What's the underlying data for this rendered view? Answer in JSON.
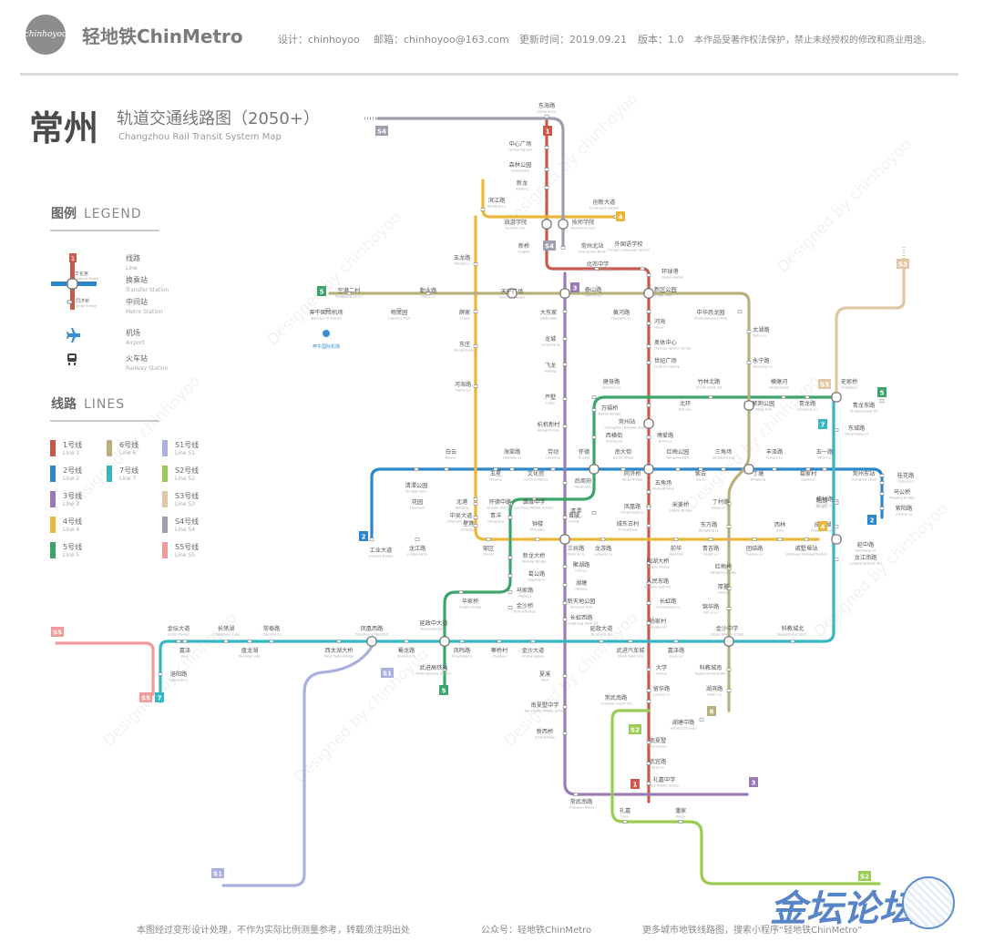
{
  "header": {
    "logo_text": "chinhoyoo",
    "brand": "轻地铁ChinMetro",
    "designer": "设计：chinhoyoo",
    "email": "邮箱：chinhoyoo@163.com",
    "updated": "更新时间：2019.09.21",
    "version": "版本：1.0",
    "copyright": "本作品受著作权法保护，禁止未经授权的修改和商业用途。"
  },
  "title": {
    "city": "常州",
    "subtitle": "轨道交通线路图（2050+）",
    "subtitle_en": "Changzhou Rail Transit System Map"
  },
  "legend": {
    "title": "图例",
    "title_en": "LEGEND",
    "items": [
      {
        "label": "线路",
        "en": "Line"
      },
      {
        "label": "换乘站",
        "en": "Transfer Station"
      },
      {
        "label": "中间站",
        "en": "Metro Station"
      },
      {
        "label": "机场",
        "en": "Airport"
      },
      {
        "label": "火车站",
        "en": "Railway Station"
      }
    ],
    "sample": {
      "line_no": "1",
      "transfer": "文化宫",
      "transfer_en": "Cultural Palace",
      "station": "同济桥",
      "station_en": "Tongji Bridge"
    }
  },
  "lines_section": {
    "title": "线路",
    "title_en": "LINES",
    "lines": [
      {
        "label": "1号线",
        "en": "Line 1",
        "color": "#c8594d"
      },
      {
        "label": "2号线",
        "en": "Line 2",
        "color": "#2e86c8"
      },
      {
        "label": "3号线",
        "en": "Line 3",
        "color": "#9b7bb6"
      },
      {
        "label": "4号线",
        "en": "Line 4",
        "color": "#e9b83a"
      },
      {
        "label": "5号线",
        "en": "Line 5",
        "color": "#3ca56a"
      },
      {
        "label": "6号线",
        "en": "Line 6",
        "color": "#b9b07d"
      },
      {
        "label": "7号线",
        "en": "Line 7",
        "color": "#35b7c4"
      },
      {
        "label": "S1号线",
        "en": "Line S1",
        "color": "#a9b0e0"
      },
      {
        "label": "S2号线",
        "en": "Line S2",
        "color": "#9bcb52"
      },
      {
        "label": "S3号线",
        "en": "Line S3",
        "color": "#e2c7a6"
      },
      {
        "label": "S4号线",
        "en": "Line S4",
        "color": "#9e9fae"
      },
      {
        "label": "S5号线",
        "en": "Line S5",
        "color": "#f09a9a"
      }
    ]
  },
  "badges": [
    "1",
    "2",
    "3",
    "4",
    "5",
    "6",
    "7",
    "S1",
    "S2",
    "S3",
    "S4",
    "S5"
  ],
  "stations": [
    {
      "name": "东海路",
      "en": "Donghai Lu"
    },
    {
      "name": "中心广场",
      "en": "Central Square"
    },
    {
      "name": "森林公园",
      "en": "Forest Park"
    },
    {
      "name": "新龙",
      "en": "Xinlong"
    },
    {
      "name": "滨江路",
      "en": "Binjiang Lu"
    },
    {
      "name": "旅游学院",
      "en": "Tourism Coll."
    },
    {
      "name": "新桥",
      "en": "Xinqiao"
    },
    {
      "name": "创新大道",
      "en": "Chuangxin Dadao"
    },
    {
      "name": "技师学院",
      "en": "Technician Coll."
    },
    {
      "name": "常州北站",
      "en": "Changzhou North"
    },
    {
      "name": "外国语学校",
      "en": "Foreign Language School"
    },
    {
      "name": "北郊中学",
      "en": "Beijiao High School"
    },
    {
      "name": "环球港",
      "en": "Global Harbor"
    },
    {
      "name": "新区公园",
      "en": "Xinqu Park"
    },
    {
      "name": "玉龙路",
      "en": "Yulong Lu"
    },
    {
      "name": "天宁广场",
      "en": "Tianning Square"
    },
    {
      "name": "泰山路",
      "en": "Taishan Lu"
    },
    {
      "name": "空港二村",
      "en": "Konggang Ercun"
    },
    {
      "name": "勤业路",
      "en": "Qinye Lu"
    },
    {
      "name": "奔牛国际机场",
      "en": "Benniu Intl Airport"
    },
    {
      "name": "物流园",
      "en": "Logistics Park"
    },
    {
      "name": "薛家",
      "en": "Xuejia"
    },
    {
      "name": "大东家",
      "en": "Dadongjia"
    },
    {
      "name": "黄河路",
      "en": "Huanghe Lu"
    },
    {
      "name": "河海",
      "en": "Hehai"
    },
    {
      "name": "中华恐龙园",
      "en": "China Dinosaur Park"
    },
    {
      "name": "龙城",
      "en": "Longcheng"
    },
    {
      "name": "奥体中心",
      "en": "Olympic Sports Center"
    },
    {
      "name": "东庄",
      "en": "Dongzhuang"
    },
    {
      "name": "太湖路",
      "en": "Taihu Lu"
    },
    {
      "name": "世纪广场",
      "en": "Century Square"
    },
    {
      "name": "飞龙",
      "en": "Feilong"
    },
    {
      "name": "永宁路",
      "en": "Yongning Lu"
    },
    {
      "name": "河海路",
      "en": "Hehai Lu"
    },
    {
      "name": "芦墅",
      "en": "Lushu"
    },
    {
      "name": "健身路",
      "en": "Jianshen Lu"
    },
    {
      "name": "竹林北路",
      "en": "Zhulin North Rd"
    },
    {
      "name": "横塘河",
      "en": "Hengtanghe"
    },
    {
      "name": "史家桥",
      "en": "Shijiaqiao"
    },
    {
      "name": "万福桥",
      "en": "Wanfu Bridge"
    },
    {
      "name": "北环",
      "en": "Beihuan"
    },
    {
      "name": "紫荆公园",
      "en": "Zijing Park"
    },
    {
      "name": "青龙路",
      "en": "Qinglong Lu"
    },
    {
      "name": "青龙东路",
      "en": "Qinglong East Rd"
    },
    {
      "name": "杭机新村",
      "en": "Hangji Xincun"
    },
    {
      "name": "常州站",
      "en": "Changzhou Railway Station"
    },
    {
      "name": "西横街",
      "en": "Xiheng Jie"
    },
    {
      "name": "博爱路",
      "en": "Bo'ai Lu"
    },
    {
      "name": "东城路",
      "en": "Dongcheng Lu"
    },
    {
      "name": "白云",
      "en": "Baiyun"
    },
    {
      "name": "海棠路",
      "en": "Haitang Lu"
    },
    {
      "name": "劳动",
      "en": "Laodong"
    },
    {
      "name": "怀德",
      "en": "Huaide"
    },
    {
      "name": "南大街",
      "en": "South Street"
    },
    {
      "name": "红梅公园",
      "en": "Hongmei Park"
    },
    {
      "name": "三角场",
      "en": "Sanjiaochang"
    },
    {
      "name": "丰泽路",
      "en": "Fengze Lu"
    },
    {
      "name": "五一路",
      "en": "Wuyi Lu"
    },
    {
      "name": "常州东站",
      "en": "Changzhou East"
    },
    {
      "name": "桂花路",
      "en": "Guihua Lu"
    },
    {
      "name": "清潭公园",
      "en": "Qingtan Park"
    },
    {
      "name": "五星",
      "en": "Wuxing"
    },
    {
      "name": "文化宫",
      "en": "Cultural Palace"
    },
    {
      "name": "同济桥",
      "en": "Tongji Bridge"
    },
    {
      "name": "五角场",
      "en": "Wujiaochang"
    },
    {
      "name": "紫云",
      "en": "Ziyun"
    },
    {
      "name": "丁塘",
      "en": "Dingtang"
    },
    {
      "name": "葛家村",
      "en": "Gejiacun"
    },
    {
      "name": "马公桥",
      "en": "Magong Bridge"
    },
    {
      "name": "后周府",
      "en": "Houzhoufu"
    },
    {
      "name": "紫阳路",
      "en": "Ziyang Lu"
    },
    {
      "name": "横林路",
      "en": "Henglin Lu"
    },
    {
      "name": "花园",
      "en": "Huayuan"
    },
    {
      "name": "怀德中路",
      "en": "Huaide Zhonglu"
    },
    {
      "name": "潞城中学",
      "en": "Lucheng Middle School"
    },
    {
      "name": "采菱桥",
      "en": "Cailing Bridge"
    },
    {
      "name": "丁村路",
      "en": "Dingcun Lu"
    },
    {
      "name": "阳湖",
      "en": "Yanghu"
    },
    {
      "name": "北港",
      "en": "Beigang"
    },
    {
      "name": "中吴大道",
      "en": "Zhongwu Dadao"
    },
    {
      "name": "青洋",
      "en": "Qingyang"
    },
    {
      "name": "清潭",
      "en": "Qingtan"
    },
    {
      "name": "晋陵",
      "en": "Jinling"
    },
    {
      "name": "凤凰路",
      "en": "Fenghuang Lu"
    },
    {
      "name": "东方路",
      "en": "Dongfang Lu"
    },
    {
      "name": "西林",
      "en": "Xilin"
    },
    {
      "name": "星港",
      "en": "Xinggang"
    },
    {
      "name": "钟楼",
      "en": "Zhonglou"
    },
    {
      "name": "城东古村",
      "en": "Chengdong"
    },
    {
      "name": "成武湖",
      "en": "Chengwu Lake"
    },
    {
      "name": "延中路",
      "en": "Yanzhong Lu"
    },
    {
      "name": "工业大道",
      "en": "Gongye Dadao"
    },
    {
      "name": "龙江路",
      "en": "Longjiang Lu"
    },
    {
      "name": "邹区",
      "en": "Zouqu"
    },
    {
      "name": "三井路",
      "en": "Sanjing Lu"
    },
    {
      "name": "龙游路",
      "en": "Longyou Lu"
    },
    {
      "name": "前华",
      "en": "Qianhua"
    },
    {
      "name": "青吉路",
      "en": "Qingji Lu"
    },
    {
      "name": "团结路",
      "en": "Tuanjie Lu"
    },
    {
      "name": "戚墅堰站",
      "en": "Qishuyan Railway Station"
    },
    {
      "name": "龙江南路",
      "en": "Longjiang South Rd"
    },
    {
      "name": "新龙大桥",
      "en": "Xinlong Bridge"
    },
    {
      "name": "聚湖路",
      "en": "Juhu Lu"
    },
    {
      "name": "阳湖大桥",
      "en": "Yanghu Bridge"
    },
    {
      "name": "红梅桥",
      "en": "Hongmei Bridge"
    },
    {
      "name": "葛公路",
      "en": "Gegong Lu"
    },
    {
      "name": "湖塘",
      "en": "Hutang"
    },
    {
      "name": "人民东路",
      "en": "Renmin East Rd"
    },
    {
      "name": "厚鳌",
      "en": "Houao"
    },
    {
      "name": "马家路",
      "en": "Majia Lu"
    },
    {
      "name": "新天地公园",
      "en": "Xintiandi Park"
    },
    {
      "name": "长虹路",
      "en": "Changhong Lu"
    },
    {
      "name": "锦华路",
      "en": "Jinhua Lu"
    },
    {
      "name": "华家桥",
      "en": "Huajia Bridge"
    },
    {
      "name": "长虹西路",
      "en": "Changhong West Rd"
    },
    {
      "name": "金沙桥",
      "en": "Jinsha Bridge"
    },
    {
      "name": "金坛大道",
      "en": "Jintan Dadao"
    },
    {
      "name": "长荡湖",
      "en": "Changdang Lake"
    },
    {
      "name": "杨家村",
      "en": "Yangjiacun"
    },
    {
      "name": "常泰路",
      "en": "Changtai Lu"
    },
    {
      "name": "凤凰西路",
      "en": "Fenghuang West Rd"
    },
    {
      "name": "延政中大道",
      "en": "Yanzheng Dadao"
    },
    {
      "name": "延政大道",
      "en": "Yanzheng Rd"
    },
    {
      "name": "武进汽车城",
      "en": "Wujin Auto City"
    },
    {
      "name": "嘉泽路",
      "en": "Jiaze Lu"
    },
    {
      "name": "金沙中学",
      "en": "Jinsha Middle School"
    },
    {
      "name": "嘉泽",
      "en": "Jiaze"
    },
    {
      "name": "盘龙湖",
      "en": "Panlong Lake"
    },
    {
      "name": "西太湖大桥",
      "en": "West Taihu Bridge"
    },
    {
      "name": "蜀龙路",
      "en": "Shulong Lu"
    },
    {
      "name": "凤鸣路",
      "en": "Fengming Lu"
    },
    {
      "name": "寨桥村",
      "en": "Zhaiqiao"
    },
    {
      "name": "金沙大道",
      "en": "Jinsha Dadao"
    },
    {
      "name": "洛阳路",
      "en": "Luoyang Lu"
    },
    {
      "name": "科教城北",
      "en": "Kejiaocheng North"
    },
    {
      "name": "大学",
      "en": "Daxue"
    },
    {
      "name": "科教城南",
      "en": "Kejiaocheng South"
    },
    {
      "name": "留华路",
      "en": "Liuhua Lu"
    },
    {
      "name": "湖滨路",
      "en": "Hubin Lu"
    },
    {
      "name": "武进高铁站",
      "en": "Wujin Railway Station"
    },
    {
      "name": "常武南路",
      "en": "Changwu South Rd"
    },
    {
      "name": "湖塘中路",
      "en": "Hutang Zhonglu"
    },
    {
      "name": "夏溪",
      "en": "Xiaxi"
    },
    {
      "name": "南夏墅",
      "en": "Nanxiashu"
    },
    {
      "name": "南夏墅中学",
      "en": "Nanxiashu Middle School"
    },
    {
      "name": "武宜路",
      "en": "Wuyi Lu"
    },
    {
      "name": "新西桥",
      "en": "Xinxi Bridge"
    },
    {
      "name": "常武南路",
      "en": "Changwu Nanlu"
    },
    {
      "name": "礼嘉",
      "en": "Lijia"
    },
    {
      "name": "礼嘉中学",
      "en": "Lijia Middle School"
    },
    {
      "name": "潘家",
      "en": "Panjia"
    }
  ],
  "airport_note": "奔牛国际机场",
  "footer": {
    "disclaimer": "本图经过变形设计处理，不作为实际比例测量参考，转载须注明出处",
    "wechat": "公众号：轻地铁ChinMetro",
    "more": "更多城市地铁线路图，搜索小程序“轻地铁ChinMetro”"
  },
  "watermark_text": "Designed by chinhoyoo",
  "forum_mark": "金坛论坛"
}
